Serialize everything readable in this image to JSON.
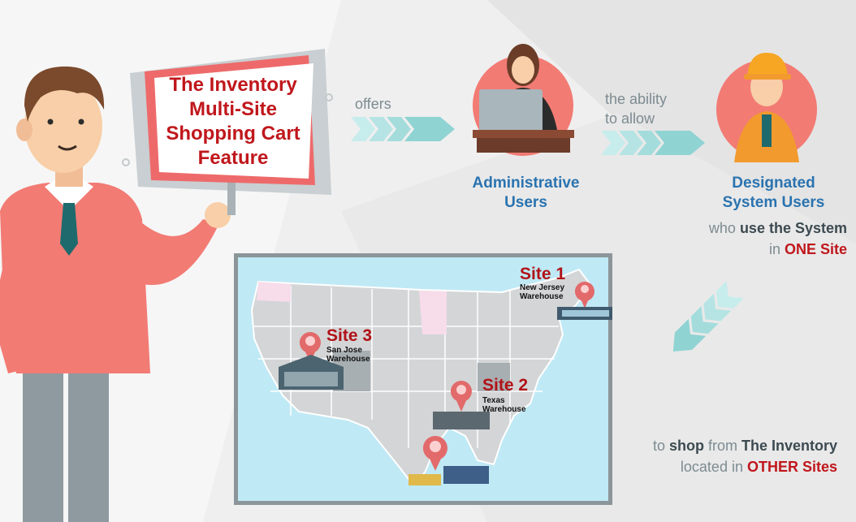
{
  "sign": {
    "title": "The Inventory Multi-Site Shopping Cart Feature"
  },
  "flow": {
    "offers": "offers",
    "ability_line1": "the ability",
    "ability_line2": "to allow",
    "admin_line1": "Administrative",
    "admin_line2": "Users",
    "designated_line1": "Designated",
    "designated_line2": "System Users",
    "who_use_prefix": "who ",
    "who_use_bold": "use the System",
    "in_prefix": "in ",
    "one_site": "ONE Site",
    "to_prefix": "to ",
    "shop": "shop",
    "from_text": " from ",
    "the_inventory": "The Inventory",
    "located_in": "located in ",
    "other_sites": "OTHER Sites"
  },
  "map": {
    "sites": [
      {
        "title": "Site 1",
        "line1": "New Jersey",
        "line2": "Warehouse"
      },
      {
        "title": "Site 2",
        "line1": "Texas",
        "line2": "Warehouse"
      },
      {
        "title": "Site 3",
        "line1": "San Jose",
        "line2": "Warehouse"
      }
    ]
  },
  "colors": {
    "accent_red": "#c0171c",
    "role_blue": "#2a73b0",
    "arrow_teal": "#8fd3d3",
    "map_water": "#bfe9f5",
    "pin_red": "#e26a6a"
  }
}
